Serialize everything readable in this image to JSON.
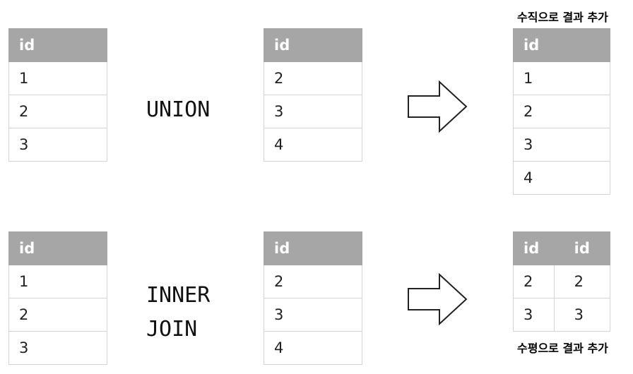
{
  "union": {
    "left_table": {
      "header": "id",
      "rows": [
        "1",
        "2",
        "3"
      ]
    },
    "operator": "UNION",
    "right_table": {
      "header": "id",
      "rows": [
        "2",
        "3",
        "4"
      ]
    },
    "result_caption": "수직으로 결과 추가",
    "result_table": {
      "header": "id",
      "rows": [
        "1",
        "2",
        "3",
        "4"
      ]
    }
  },
  "join": {
    "left_table": {
      "header": "id",
      "rows": [
        "1",
        "2",
        "3"
      ]
    },
    "operator_line1": "INNER",
    "operator_line2": "JOIN",
    "right_table": {
      "header": "id",
      "rows": [
        "2",
        "3",
        "4"
      ]
    },
    "result_caption": "수평으로 결과 추가",
    "result_table": {
      "headers": [
        "id",
        "id"
      ],
      "rows": [
        [
          "2",
          "2"
        ],
        [
          "3",
          "3"
        ]
      ]
    }
  }
}
